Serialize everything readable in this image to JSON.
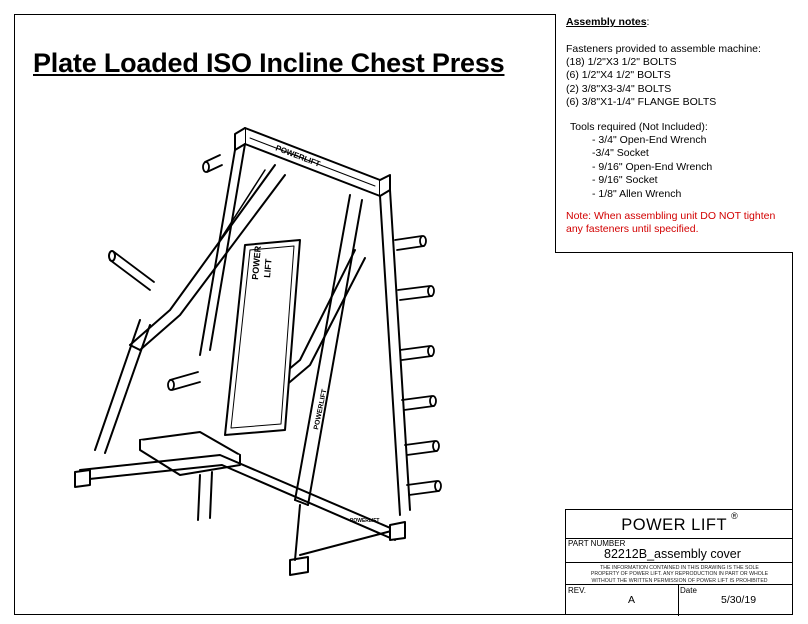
{
  "title": "Plate Loaded ISO Incline Chest Press",
  "assembly_notes": {
    "header": "Assembly notes",
    "header_suffix": ":",
    "fasteners_title": "Fasteners provided to assemble machine:",
    "fasteners": [
      "(18) 1/2\"X3 1/2\" BOLTS",
      "(6) 1/2\"X4 1/2\" BOLTS",
      "(2) 3/8\"X3-3/4\" BOLTS",
      "(6) 3/8\"X1-1/4\" FLANGE BOLTS"
    ],
    "tools_title": "Tools required (Not Included):",
    "tools": [
      "- 3/4\" Open-End Wrench",
      "-3/4\" Socket",
      "- 9/16\" Open-End Wrench",
      "- 9/16\" Socket",
      "- 1/8\" Allen Wrench"
    ],
    "note": "Note: When assembling unit DO NOT tighten any fasteners until specified."
  },
  "title_block": {
    "brand": "POWER LIFT",
    "registered": "®",
    "part_number_label": "PART NUMBER",
    "part_number": "82212B_assembly cover",
    "legal_lines": [
      "THE INFORMATION CONTAINED IN THIS DRAWING IS THE SOLE",
      "PROPERTY OF POWER LIFT. ANY REPRODUCTION IN PART OR WHOLE",
      "WITHOUT THE WRITTEN PERMISSION OF POWER LIFT IS PROHIBITED"
    ],
    "rev_label": "REV.",
    "rev": "A",
    "date_label": "Date",
    "date": "5/30/19"
  },
  "drawing": {
    "header_label": "POWERLIFT",
    "pad_label_1": "POWER",
    "pad_label_2": "LIFT",
    "frame_label": "POWERLIFT",
    "badge_label": "POWERLIFT"
  }
}
